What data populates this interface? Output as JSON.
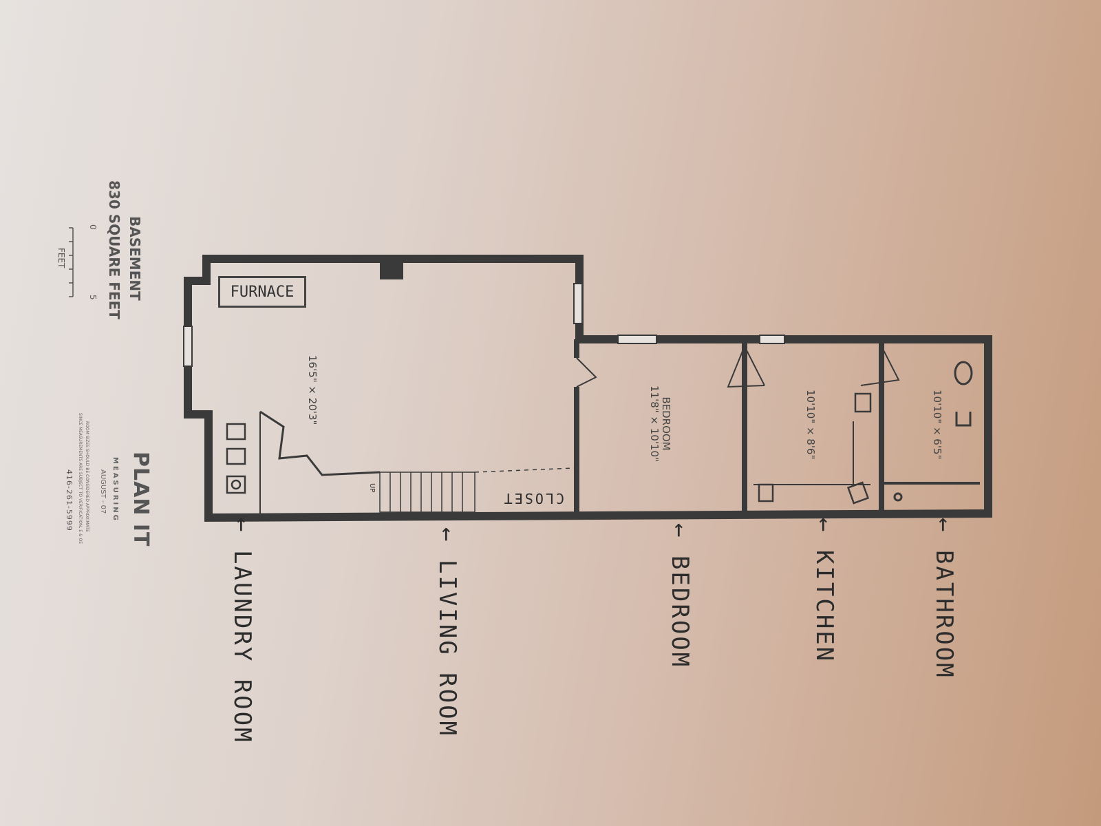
{
  "title_block": {
    "floor_name": "BASEMENT",
    "area": "830 SQUARE FEET",
    "scale_start": "0",
    "scale_end": "5",
    "scale_unit": "FEET",
    "company_name": "PLAN IT",
    "company_sub": "MEASURING",
    "date": "AUGUST - 07",
    "disclaimer_line1": "ROOM SIZES SHOULD BE CONSIDERED APPROXIMATE",
    "disclaimer_line2": "SINCE MEASUREMENTS ARE SUBJECT TO VERIFICATION, E & OE",
    "phone": "416-261-5999"
  },
  "rooms": {
    "furnace": "FURNACE",
    "living_dims": "16'5\" × 20'3\"",
    "bedroom_name": "BEDROOM",
    "bedroom_dims": "11'8\" × 10'10\"",
    "kitchen_dims": "10'10\" × 8'6\"",
    "bathroom_dims": "10'10\" × 6'5\"",
    "closet": "CLOSET",
    "stair_mark": "UP"
  },
  "annotations": {
    "laundry": "← LAUNDRY ROOM",
    "living": "← LIVING ROOM",
    "bedroom": "← BEDROOM",
    "kitchen": "← KITCHEN",
    "bathroom": "← BATHROOM"
  },
  "colors": {
    "wall": "#3a3a3a",
    "ink": "#2c2c2c"
  }
}
